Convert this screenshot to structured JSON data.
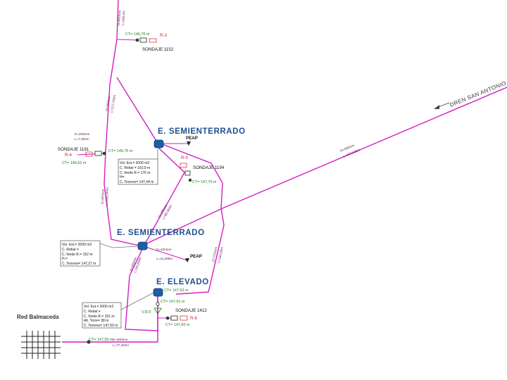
{
  "titles": {
    "semienterrado_1": "E. SEMIENTERRADO",
    "semienterrado_2": "E. SEMIENTERRADO",
    "elevado": "E. ELEVADO",
    "red_balmaceda": "Red Balmaceda",
    "dren": "DREN SAN ANTONIO"
  },
  "wells": {
    "s1152": {
      "name": "SONDAJE 1152",
      "ct": "CT= 146,76 m",
      "tag": "R-3"
    },
    "s1191": {
      "name": "SONDAJE 1191",
      "ct_right": "CT= 146,76 m",
      "ct_below": "CT= 146,62 m",
      "tag": "R-4"
    },
    "s1194": {
      "name": "SONDAJE 1194",
      "ct": "CT= 147,70 m",
      "tag": "R-5"
    },
    "s1412": {
      "name": "SONDAJE 1412",
      "ct": "CT= 147,65 m",
      "tag": "R-6"
    }
  },
  "peap": {
    "p1": "PEAP",
    "p2": "PEAP"
  },
  "vrp": "V.R.P.",
  "ct_labels": {
    "elevado_top": "CT= 147,53 m",
    "elevado_bottom": "CT= 147,52 m",
    "balmaceda": "CT= 147,05 m"
  },
  "pipes": {
    "top_d": "D=400mm",
    "top_l": "L=186,3m",
    "left_upper_d": "D=300mm",
    "left_upper_l": "L=117,700m",
    "s1191_d": "D=200mm",
    "s1191_l": "L=7,354m",
    "left_lower_d": "D=400mm",
    "left_lower_l": "L=108,244m",
    "mid_d": "D=400mm",
    "mid_l": "L=88,364m",
    "peap2_d": "D=400mm",
    "peap2_l": "L=41,096m",
    "down_d": "D=400mm",
    "down_l": "L=26,064m",
    "right_d": "D=710mm",
    "right_l": "L=160,00m",
    "dren_d": "D=560mm",
    "dren_l": "L=323,506m",
    "bottom_d": "D=600mm",
    "bottom_l": "L=77,402m"
  },
  "info_boxes": {
    "semi1": [
      "Vol. Est.= 2000 m3",
      "C. Rebal = 163,9 m",
      "C. fondo R.= 176 m",
      "H=",
      "C. Terreno= 147,44 m"
    ],
    "semi2": [
      "Vol. Est.= 2000 m3",
      "C. Rebal =",
      "C. fondo R.= 152 m",
      "H.=",
      "C. Terreno= 147,27 m"
    ],
    "elev": [
      "Vol. Est.= 2000 m3",
      "C. Rebal.=",
      "C. fondo R.= 151 m",
      "Alt. Torre= 38 m",
      "C. Terreno= 147,50 m"
    ]
  },
  "colors": {
    "pipe": "#d21fbf",
    "tank": "#1b5fa8",
    "title": "#1e4f8f",
    "ct": "#1f7a1f",
    "tag": "#d21f1f"
  }
}
